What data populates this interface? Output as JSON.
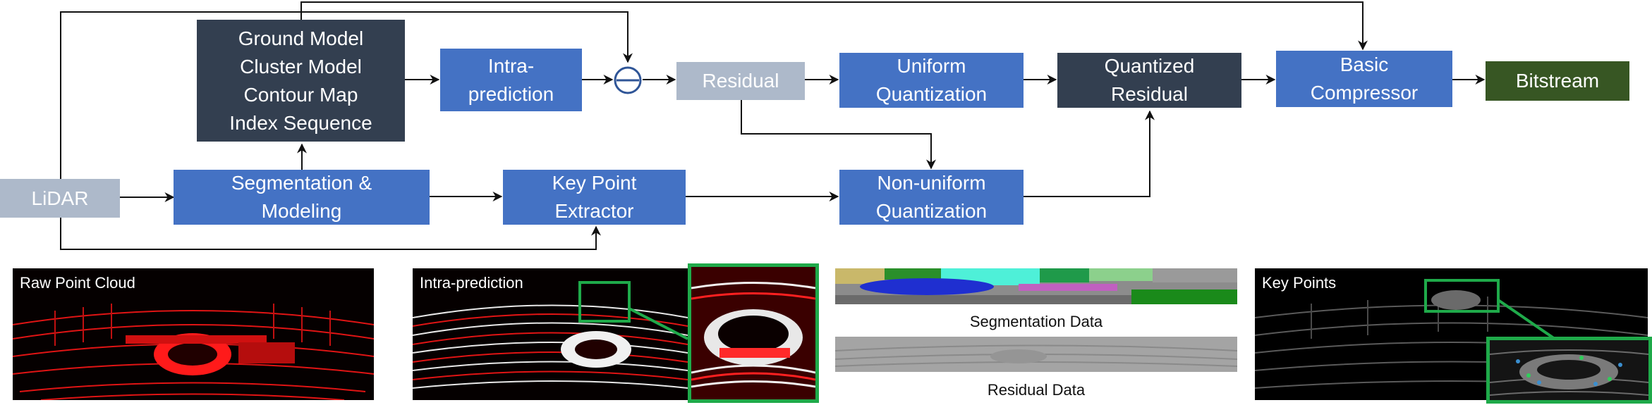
{
  "diagram": {
    "nodes": {
      "lidar": "LiDAR",
      "models": "Ground Model\nCluster Model\nContour Map\nIndex Sequence",
      "segmentation": "Segmentation &\nModeling",
      "intra_prediction": "Intra-\nprediction",
      "key_point_extractor": "Key Point\nExtractor",
      "residual": "Residual",
      "uniform_quantization": "Uniform\nQuantization",
      "non_uniform_quantization": "Non-uniform\nQuantization",
      "quantized_residual": "Quantized\nResidual",
      "basic_compressor": "Basic\nCompressor",
      "bitstream": "Bitstream"
    },
    "colors": {
      "process_box": "#4472c4",
      "data_box": "#333f50",
      "input_box": "#adb9ca",
      "output_box": "#375623",
      "highlight": "#1faa4a",
      "point_cloud": "#ff1a1a"
    }
  },
  "panels": {
    "raw_point_cloud": "Raw Point Cloud",
    "intra_prediction": "Intra-prediction",
    "segmentation_data": "Segmentation Data",
    "residual_data": "Residual Data",
    "key_points": "Key Points"
  }
}
